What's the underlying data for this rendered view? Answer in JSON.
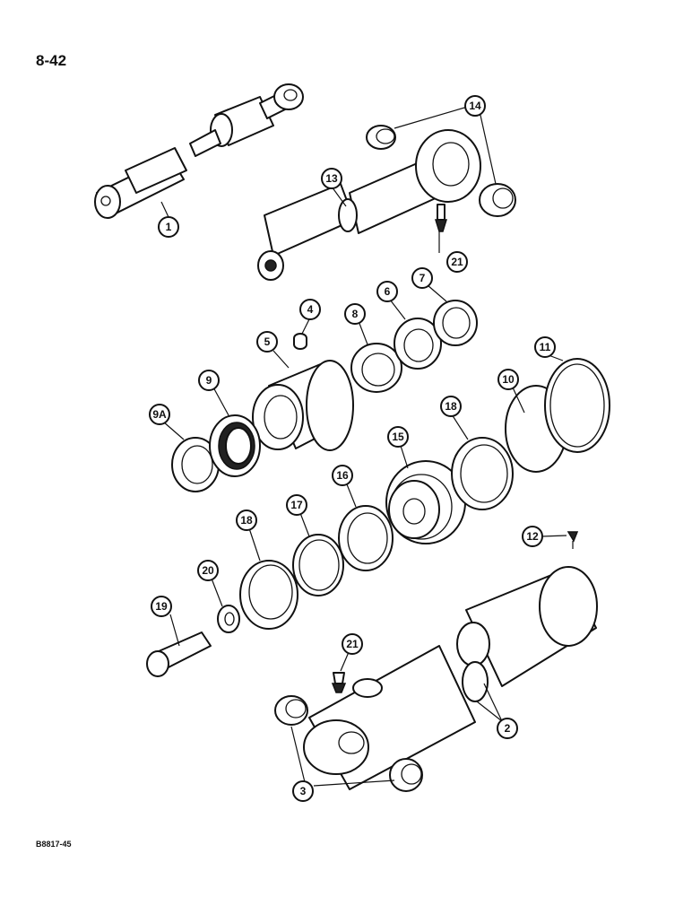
{
  "page_number": "8-42",
  "figure_code": "B8817-45",
  "callouts": [
    {
      "id": "c1",
      "label": "1"
    },
    {
      "id": "c2",
      "label": "2"
    },
    {
      "id": "c3",
      "label": "3"
    },
    {
      "id": "c4",
      "label": "4"
    },
    {
      "id": "c5",
      "label": "5"
    },
    {
      "id": "c6",
      "label": "6"
    },
    {
      "id": "c7",
      "label": "7"
    },
    {
      "id": "c8",
      "label": "8"
    },
    {
      "id": "c9",
      "label": "9"
    },
    {
      "id": "c9a",
      "label": "9A"
    },
    {
      "id": "c10",
      "label": "10"
    },
    {
      "id": "c11",
      "label": "11"
    },
    {
      "id": "c12",
      "label": "12"
    },
    {
      "id": "c13",
      "label": "13"
    },
    {
      "id": "c14",
      "label": "14"
    },
    {
      "id": "c15",
      "label": "15"
    },
    {
      "id": "c16",
      "label": "16"
    },
    {
      "id": "c17",
      "label": "17"
    },
    {
      "id": "c18a",
      "label": "18"
    },
    {
      "id": "c18b",
      "label": "18"
    },
    {
      "id": "c19",
      "label": "19"
    },
    {
      "id": "c20",
      "label": "20"
    },
    {
      "id": "c21a",
      "label": "21"
    },
    {
      "id": "c21b",
      "label": "21"
    }
  ]
}
